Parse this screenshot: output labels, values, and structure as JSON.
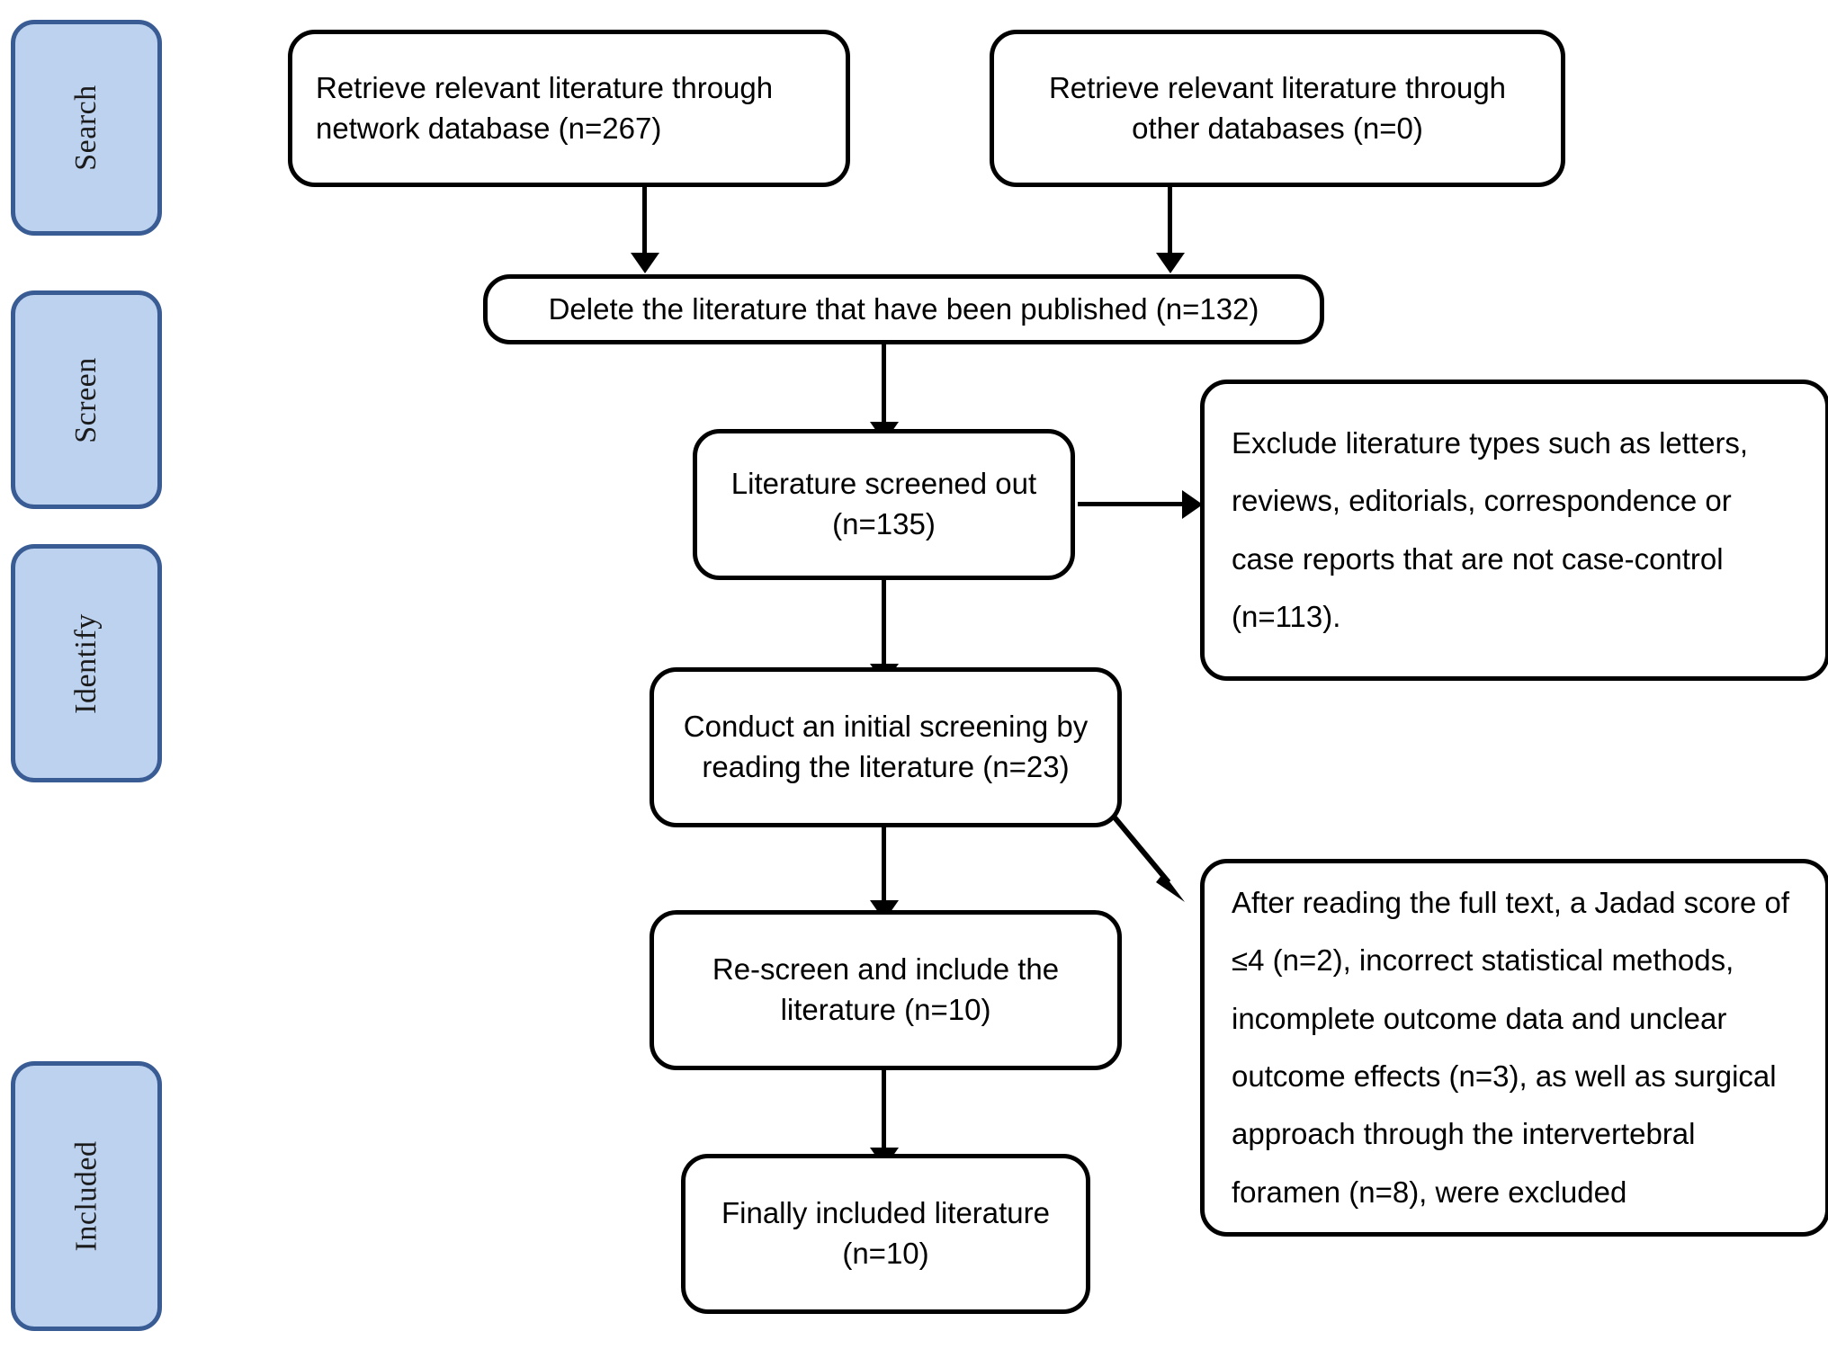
{
  "stages": [
    {
      "label": "Search"
    },
    {
      "label": "Screen"
    },
    {
      "label": "Identify"
    },
    {
      "label": "Included"
    }
  ],
  "boxes": {
    "source_network": "Retrieve relevant literature through network database (n=267)",
    "source_other": "Retrieve relevant literature through other databases (n=0)",
    "delete_published": "Delete the literature that have been published (n=132)",
    "screened_out": "Literature screened out (n=135)",
    "exclude_types": "Exclude literature types such as letters, reviews, editorials, correspondence or case reports that are not case-control (n=113).",
    "initial_screening": "Conduct an initial screening by reading the literature (n=23)",
    "rescreen_include": "Re-screen and include the literature (n=10)",
    "full_text_exclusions": "After reading the full text, a Jadad score of ≤4 (n=2), incorrect statistical methods, incomplete outcome data and unclear outcome effects (n=3), as well as surgical approach through the intervertebral foramen (n=8), were excluded",
    "finally_included": "Finally included literature (n=10)"
  },
  "colors": {
    "stage_fill": "#bdd2ef",
    "stage_border": "#3a5c94",
    "box_border": "#000000",
    "box_fill": "#ffffff",
    "text": "#000000"
  }
}
